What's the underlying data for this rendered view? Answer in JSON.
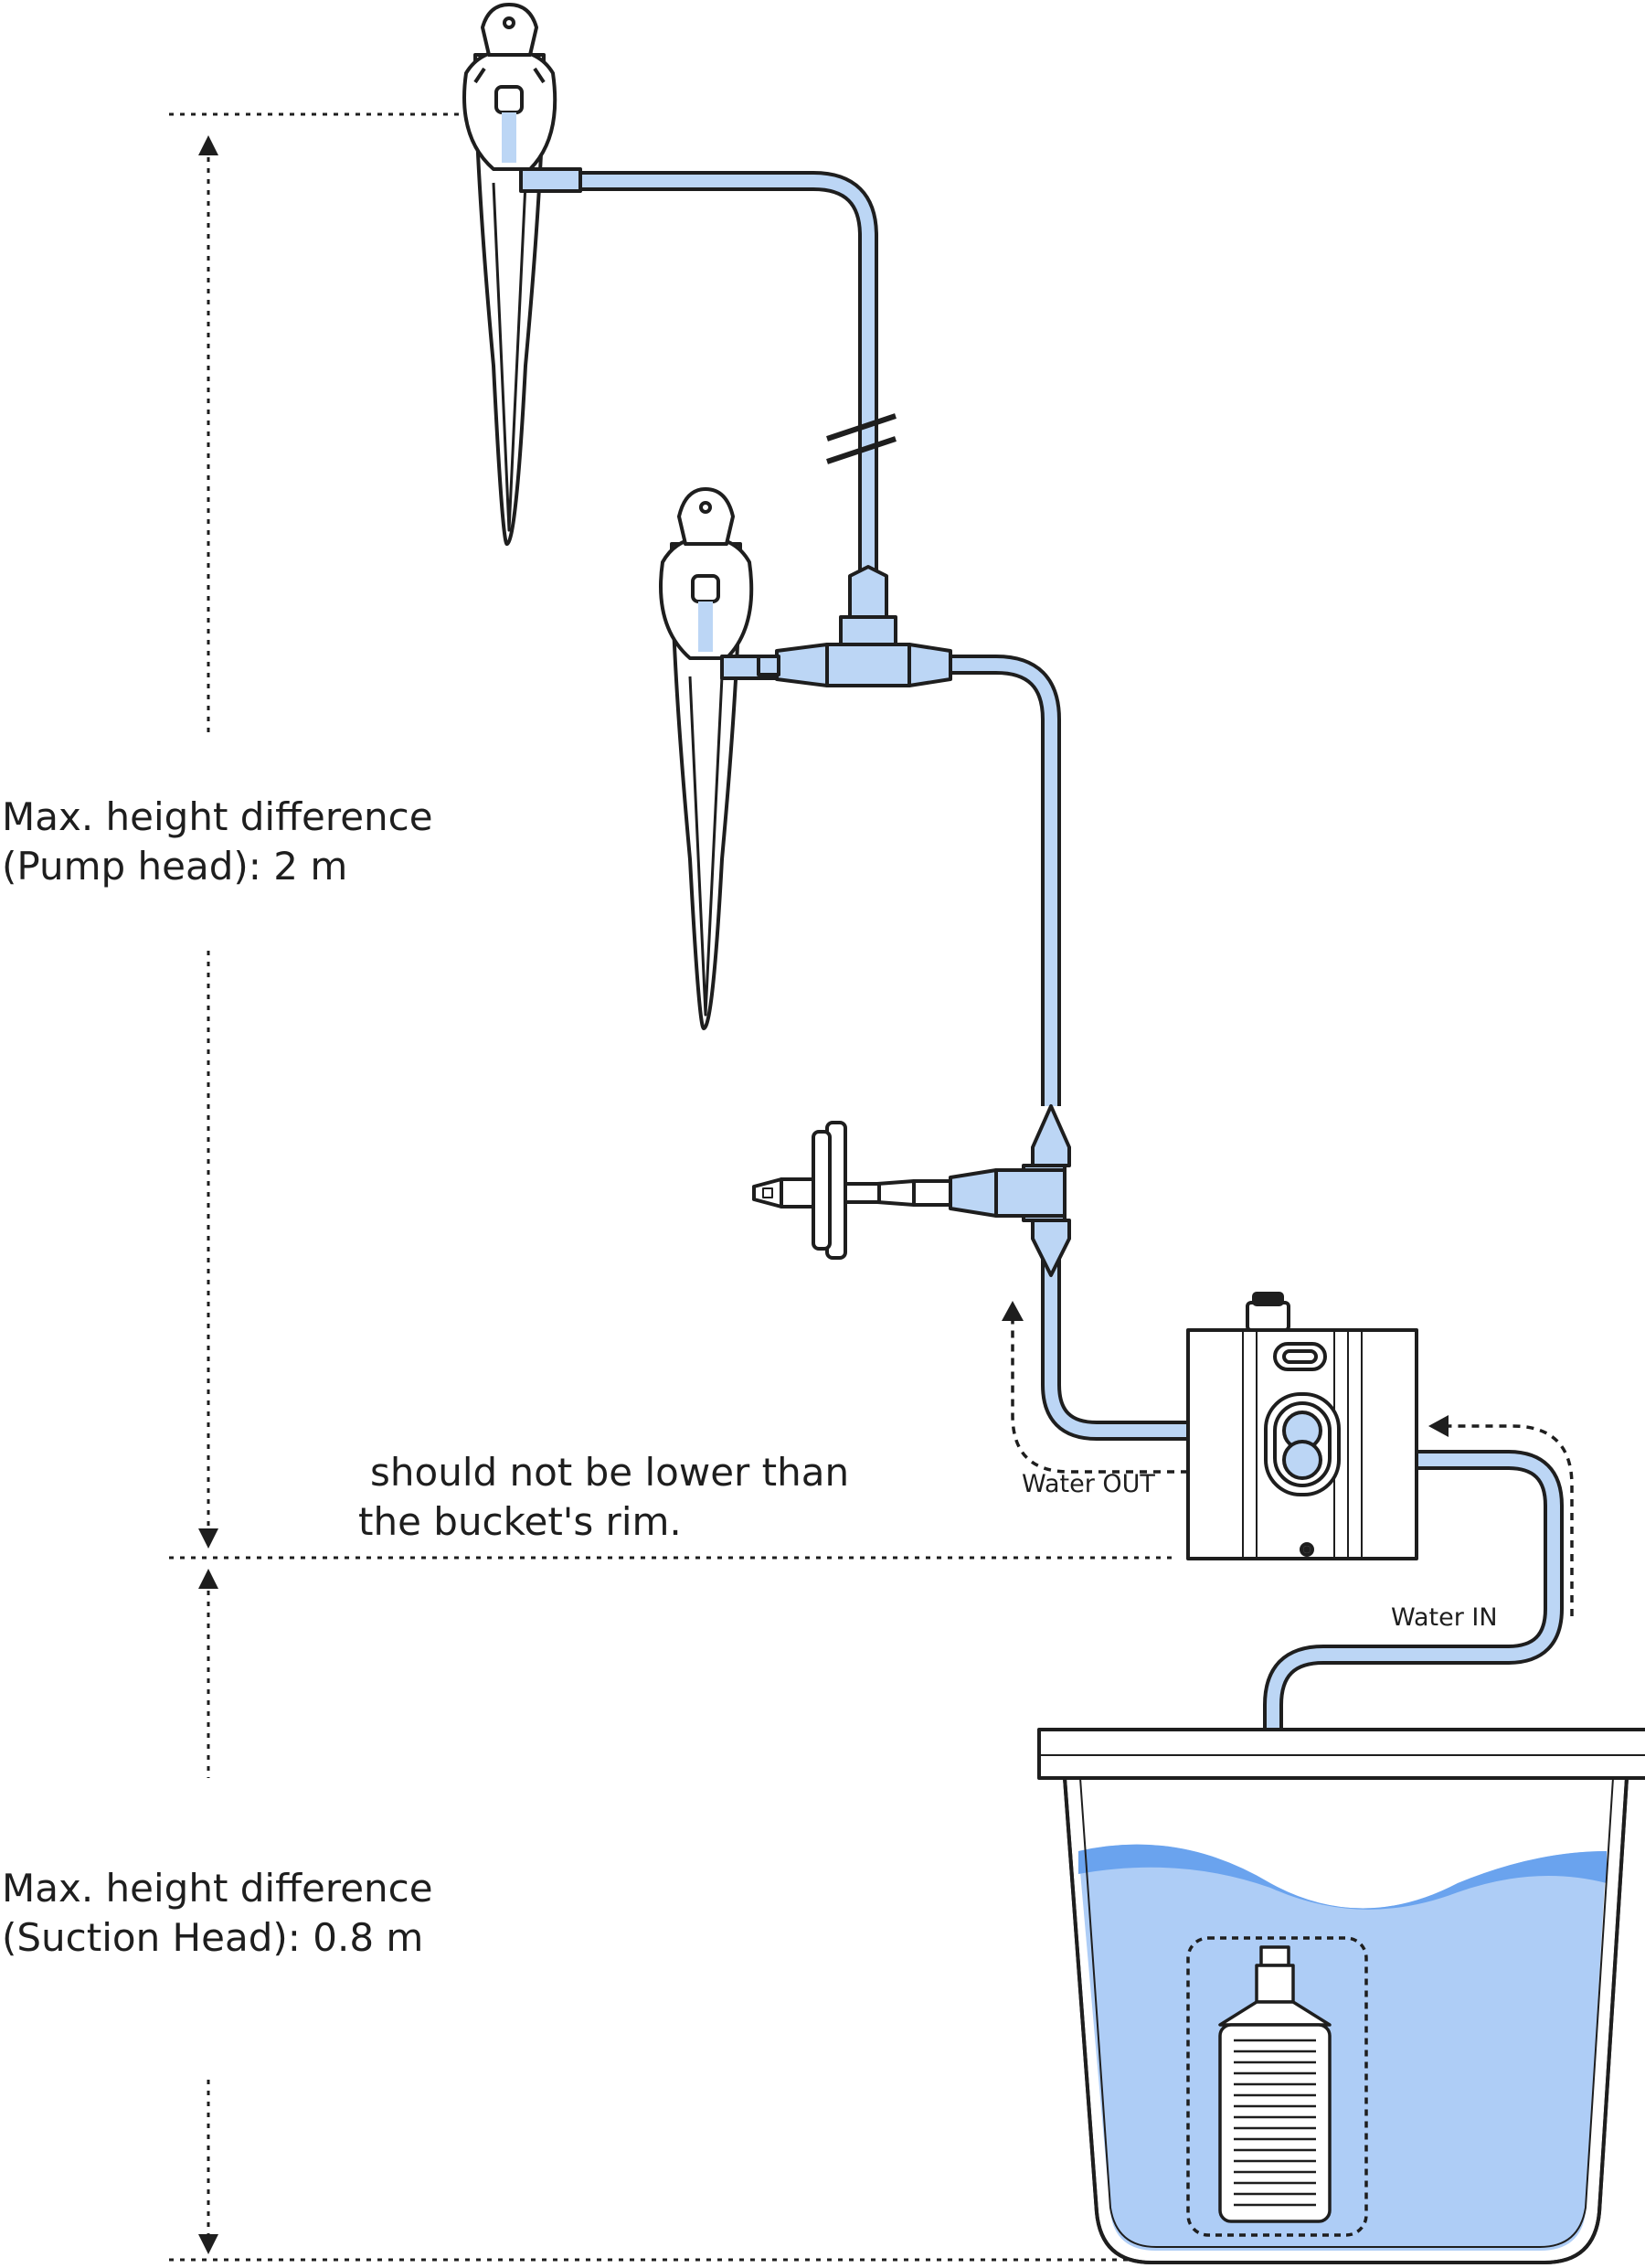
{
  "labels": {
    "pump_head_line1": "Max. height difference",
    "pump_head_line2": "(Pump head): 2 m",
    "rim_line1": "should not be lower than",
    "rim_line2": "the bucket's rim.",
    "water_out": "Water OUT",
    "water_in": "Water IN",
    "suction_line1": "Max. height difference",
    "suction_line2": "(Suction Head): 0.8 m"
  },
  "colors": {
    "outline": "#1e1e1e",
    "tube_fill": "#bcd6f5",
    "water_light": "#aecdf6",
    "water_dark": "#6aa3ee"
  }
}
